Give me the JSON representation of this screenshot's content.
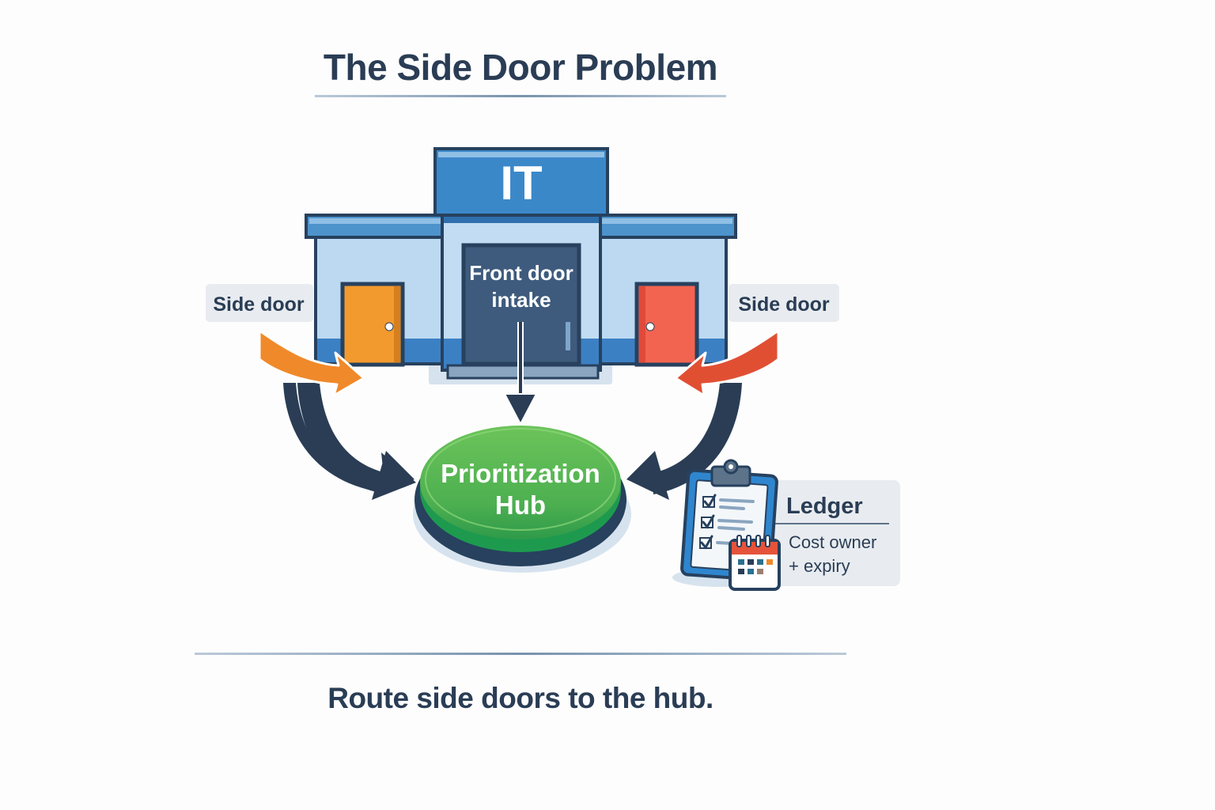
{
  "title": "The Side Door Problem",
  "building": {
    "sign": "IT",
    "front_door_line1": "Front door",
    "front_door_line2": "intake"
  },
  "side_door_left": {
    "label": "Side door",
    "door_color": "#f39a2e",
    "arrow_color": "#f0892a"
  },
  "side_door_right": {
    "label": "Side door",
    "door_color": "#f26450",
    "arrow_color": "#e14f33"
  },
  "hub": {
    "line1": "Prioritization",
    "line2": "Hub",
    "color": "#4caf50"
  },
  "ledger": {
    "title": "Ledger",
    "line1": "Cost owner",
    "line2": "+ expiry"
  },
  "caption": "Route side doors to the hub.",
  "colors": {
    "navy": "#2a3d55",
    "building_blue": "#3b88c9",
    "wall_light": "#bcd9f1"
  }
}
